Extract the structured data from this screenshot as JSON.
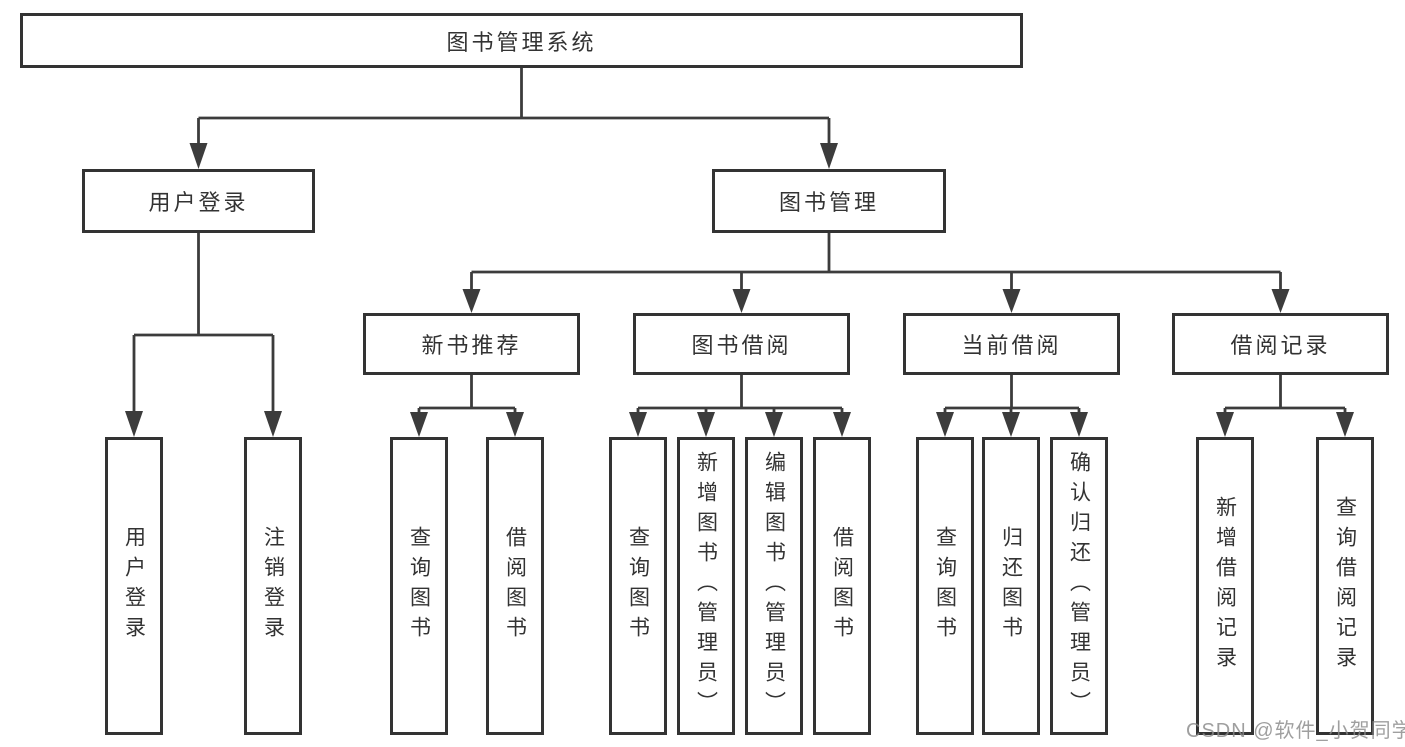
{
  "title": "图书管理系统",
  "colors": {
    "background": "#ffffff",
    "box_border": "#333333",
    "connector_line": "#3c3c3c",
    "text": "#333333",
    "watermark": "#8a8a8a"
  },
  "tree": {
    "root": "图书管理系统",
    "children": [
      {
        "label": "用户登录",
        "children": [
          "用户登录",
          "注销登录"
        ]
      },
      {
        "label": "图书管理",
        "children": [
          {
            "label": "新书推荐",
            "children": [
              "查询图书",
              "借阅图书"
            ]
          },
          {
            "label": "图书借阅",
            "children": [
              "查询图书",
              "新增图书（管理员）",
              "编辑图书（管理员）",
              "借阅图书"
            ]
          },
          {
            "label": "当前借阅",
            "children": [
              "查询图书",
              "归还图书",
              "确认归还（管理员）"
            ]
          },
          {
            "label": "借阅记录",
            "children": [
              "新增借阅记录",
              "查询借阅记录"
            ]
          }
        ]
      }
    ]
  },
  "watermark": "CSDN @软件_小贺同学"
}
